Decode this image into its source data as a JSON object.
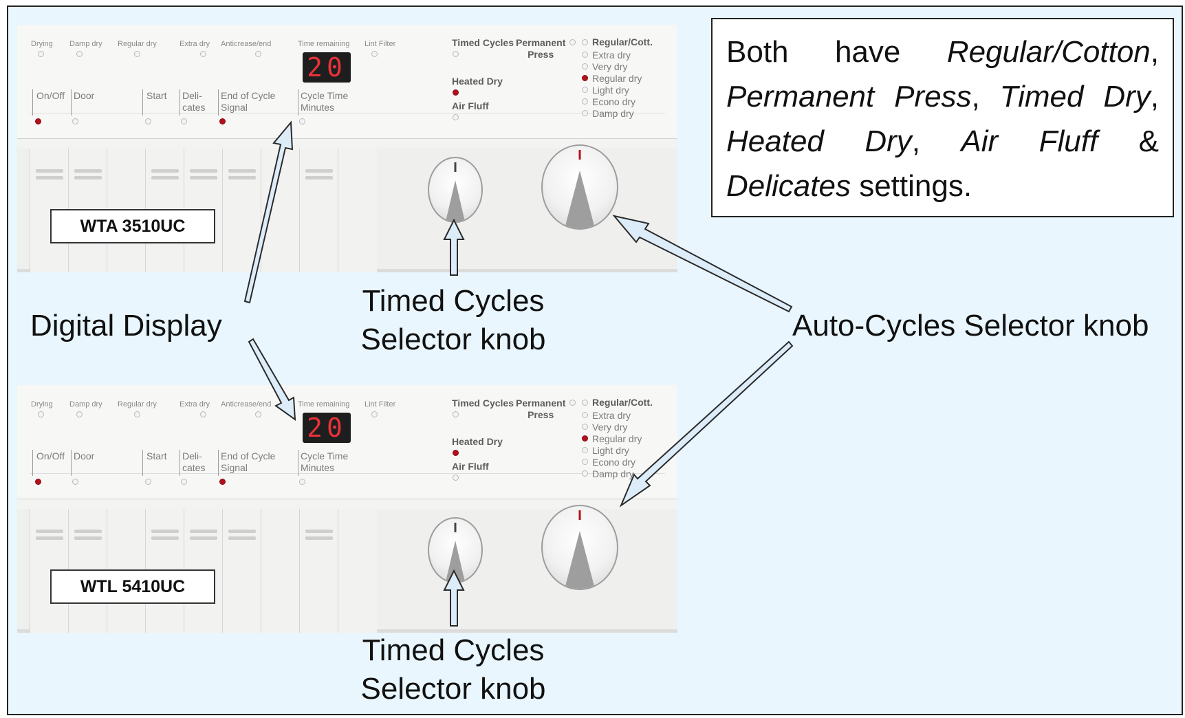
{
  "note": {
    "prefix": "Both have ",
    "s1": "Regular/Cotton",
    "sep1": ", ",
    "s2": "Permanent Press",
    "sep2": ", ",
    "s3": "Timed Dry",
    "sep3": ", ",
    "s4": "Heated Dry",
    "sep4": ", ",
    "s5": "Air Fluff",
    "sep5": " & ",
    "s6": "Delicates",
    "suffix": " settings."
  },
  "labels": {
    "digital_display": "Digital Display",
    "auto_cycles": "Auto-Cycles Selector knob",
    "timed_top_l1": "Timed Cycles",
    "timed_top_l2": "Selector knob",
    "timed_bottom_l1": "Timed Cycles",
    "timed_bottom_l2": "Selector knob"
  },
  "panels": [
    {
      "model": "WTA 3510UC",
      "status": [
        "Drying",
        "Damp dry",
        "Regular dry",
        "Extra dry",
        "Anticrease/end",
        "Time remaining",
        "Lint Filter"
      ],
      "display": "20",
      "buttons": [
        "On/Off",
        "Door",
        "Start",
        "Deli-\ncates",
        "End of Cycle\nSignal",
        "Cycle Time\nMinutes"
      ],
      "timed_cycles": "Timed Cycles",
      "heated_dry": "Heated Dry",
      "air_fluff": "Air Fluff",
      "permanent_press": "Permanent\nPress",
      "regular_cott": "Regular/Cott.",
      "dry_levels": [
        "Extra dry",
        "Very dry",
        "Regular dry",
        "Light dry",
        "Econo dry",
        "Damp dry"
      ]
    },
    {
      "model": "WTL 5410UC",
      "status": [
        "Drying",
        "Damp dry",
        "Regular dry",
        "Extra dry",
        "Anticrease/end",
        "Time remaining",
        "Lint Filter"
      ],
      "display": "20",
      "buttons": [
        "On/Off",
        "Door",
        "Start",
        "Deli-\ncates",
        "End of Cycle\nSignal",
        "Cycle Time\nMinutes"
      ],
      "timed_cycles": "Timed Cycles",
      "heated_dry": "Heated Dry",
      "air_fluff": "Air Fluff",
      "permanent_press": "Permanent\nPress",
      "regular_cott": "Regular/Cott.",
      "dry_levels": [
        "Extra dry",
        "Very dry",
        "Regular dry",
        "Light dry",
        "Econo dry",
        "Damp dry"
      ]
    }
  ],
  "colors": {
    "background": "#e9f6fd",
    "led_on": "#b3101d",
    "arrow_fill": "#dcecf8",
    "arrow_stroke": "#2a2a2a"
  }
}
